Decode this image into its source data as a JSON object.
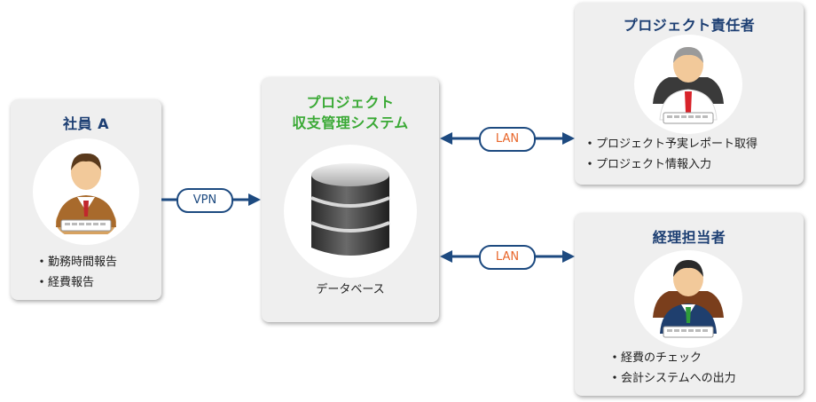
{
  "employee": {
    "title": "社員 A",
    "tasks": [
      "勤務時間報告",
      "経費報告"
    ],
    "bullet": "・",
    "icon": "employee-person-icon"
  },
  "system": {
    "title_line1": "プロジェクト",
    "title_line2": "収支管理システム",
    "caption": "データベース",
    "icon": "database-icon"
  },
  "manager": {
    "title": "プロジェクト責任者",
    "tasks": [
      "プロジェクト予実レポート取得",
      "プロジェクト情報入力"
    ],
    "bullet": "・",
    "icon": "manager-person-icon"
  },
  "accounting": {
    "title": "経理担当者",
    "tasks": [
      "経費のチェック",
      "会計システムへの出力"
    ],
    "bullet": "・",
    "icon": "accountant-person-icon"
  },
  "connections": {
    "vpn": "VPN",
    "lan_top": "LAN",
    "lan_bottom": "LAN"
  },
  "colors": {
    "title_blue": "#1d3f73",
    "title_green": "#3aa935",
    "arrow": "#1d4a80",
    "vpn_text": "#1d4a80",
    "lan_text": "#e8662a"
  }
}
